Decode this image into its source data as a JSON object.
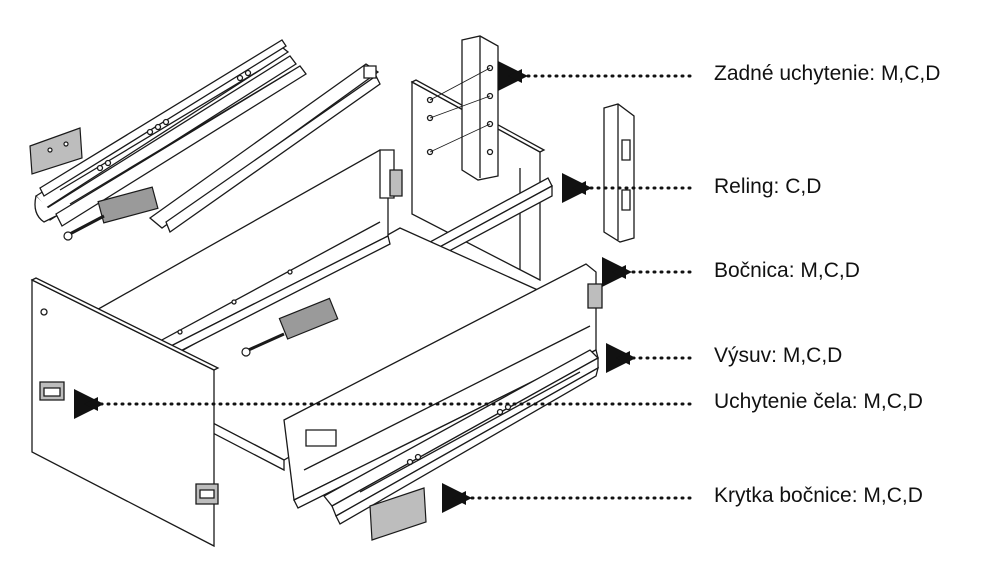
{
  "labels": {
    "back_bracket": "Zadné uchytenie: M,C,D",
    "railing": "Reling: C,D",
    "side_panel": "Bočnica: M,C,D",
    "runner": "Výsuv: M,C,D",
    "front_fixing": "Uchytenie čela: M,C,D",
    "side_cover": "Krytka bočnice: M,C,D"
  },
  "colors": {
    "line": "#1a1a1a",
    "fill": "#ffffff",
    "shade": "#bdbdbd",
    "dark_shade": "#8a8a8a",
    "text": "#111111"
  }
}
